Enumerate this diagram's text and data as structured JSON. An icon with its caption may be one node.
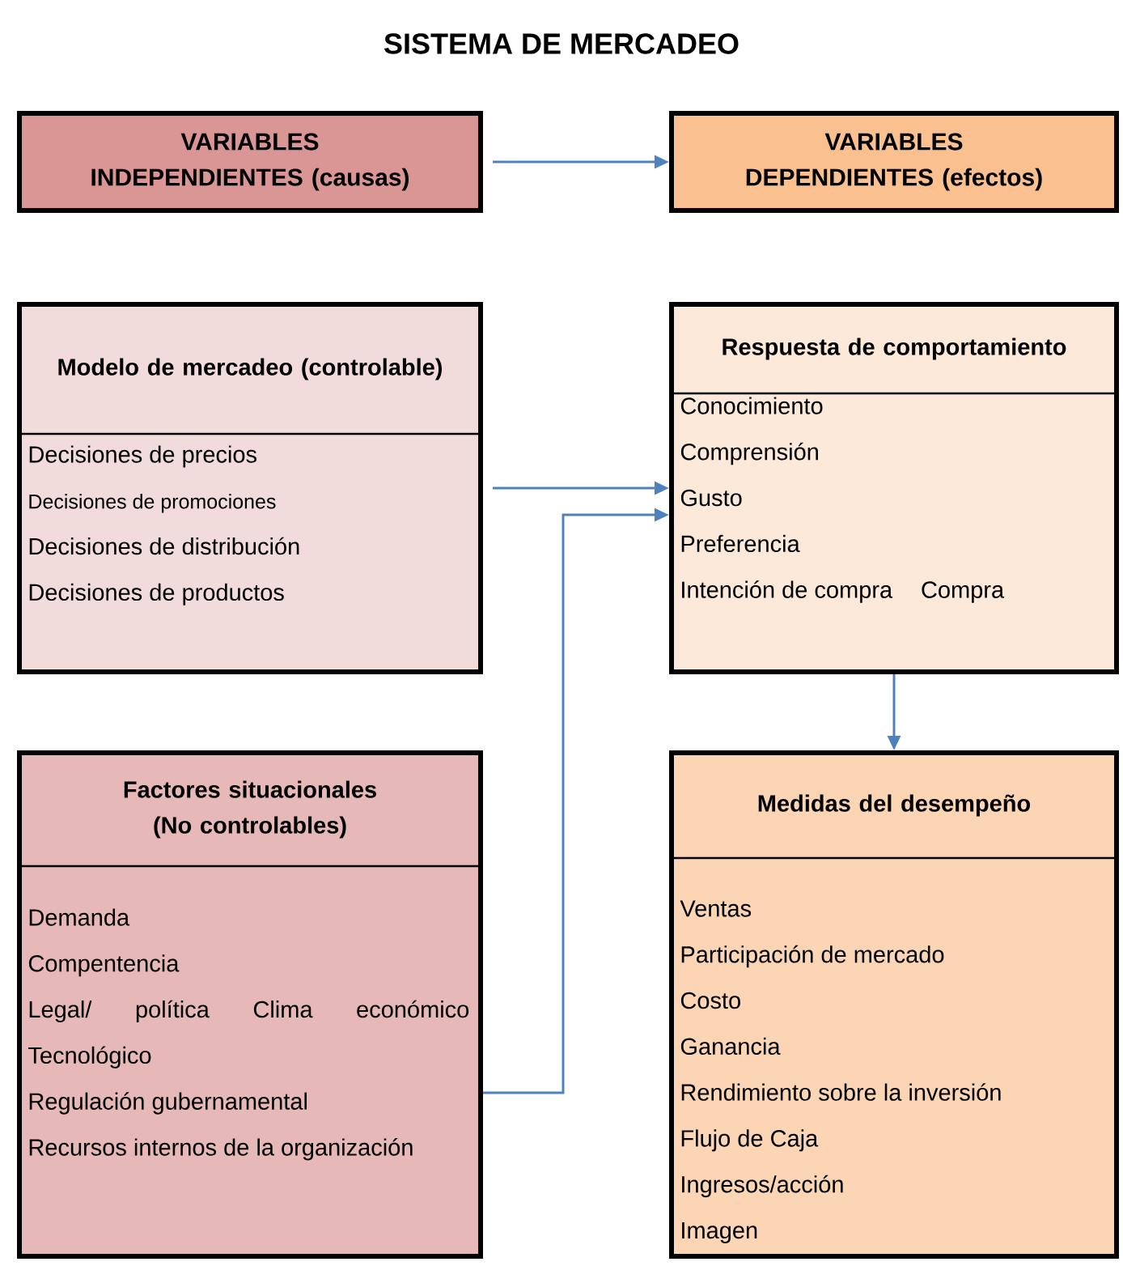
{
  "diagram": {
    "title": "SISTEMA DE MERCADEO",
    "nodes": [
      {
        "text": [
          "VARIABLES INDEPENDIENTES (causas)"
        ]
      },
      {
        "text": [
          "VARIABLES DEPENDIENTES (efectos)"
        ]
      },
      {
        "text": [
          "Modelo de mercadeo (controlable)",
          "Decisiones de precios",
          "Decisiones de promociones",
          "Decisiones de distribución",
          "Decisiones de productos"
        ]
      },
      {
        "text": [
          "Respuesta de comportamiento",
          "Conocimiento",
          "Comprensión",
          "Gusto",
          "Preferencia",
          "Intención de compra",
          "Compra"
        ]
      },
      {
        "text": [
          "Factores situacionales (No controlables)",
          "Demanda",
          "Compentencia",
          "Legal/ política Clima económico Tecnológico",
          "Regulación gubernamental",
          "Recursos internos de la organización"
        ]
      },
      {
        "text": [
          "Medidas del desempeño",
          "Ventas",
          "Participación de mercado",
          "Costo",
          "Ganancia",
          "Rendimiento sobre la inversión",
          "Flujo de Caja",
          "Ingresos/acción",
          "Imagen"
        ]
      }
    ],
    "edges": [
      {
        "from": 0,
        "to": 1,
        "arrow": "to"
      },
      {
        "from": 2,
        "to": 3,
        "arrow": "to"
      },
      {
        "from": 4,
        "to": 3,
        "arrow": "to"
      },
      {
        "from": 3,
        "to": 5,
        "arrow": "to"
      }
    ]
  }
}
